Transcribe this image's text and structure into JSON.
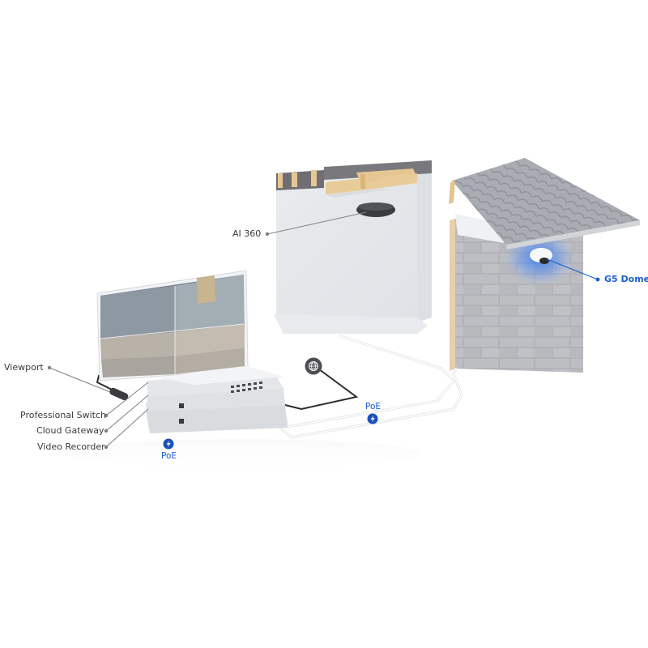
{
  "diagram": {
    "type": "network-topology-illustration",
    "accent_color": "#1a5fd0",
    "label_color": "#3a3a3a",
    "devices": [
      {
        "id": "ai360",
        "label": "AI 360",
        "kind": "ceiling camera",
        "location": "interior ceiling box"
      },
      {
        "id": "g5dome",
        "label": "G5 Dome",
        "kind": "dome camera",
        "location": "exterior brick wall under roof",
        "highlighted": true
      },
      {
        "id": "viewport",
        "label": "Viewport",
        "kind": "HDMI display adapter"
      },
      {
        "id": "switch",
        "label": "Professional Switch",
        "kind": "network switch"
      },
      {
        "id": "gateway",
        "label": "Cloud Gateway",
        "kind": "gateway"
      },
      {
        "id": "recorder",
        "label": "Video Recorder",
        "kind": "NVR"
      }
    ],
    "badges": [
      {
        "id": "poe-left",
        "text": "PoE",
        "icon": "bolt-icon"
      },
      {
        "id": "poe-center",
        "text": "PoE",
        "icon": "bolt-icon"
      }
    ],
    "internet_icon": "globe-icon",
    "connections": [
      {
        "from": "viewport",
        "to": "monitor"
      },
      {
        "from": "switch",
        "to": "ai360",
        "type": "PoE"
      },
      {
        "from": "switch",
        "to": "g5dome",
        "type": "PoE"
      },
      {
        "from": "gateway",
        "to": "internet"
      }
    ]
  }
}
